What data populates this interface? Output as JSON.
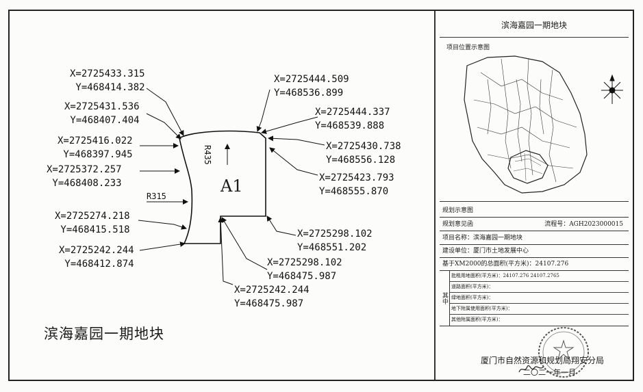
{
  "plot": {
    "title": "滨海嘉园一期地块",
    "parcel_label": "A1",
    "road_labels": {
      "top": "R435",
      "left": "R315"
    },
    "coordinates": {
      "c1": {
        "x": "X=2725433.315",
        "y": "Y=468414.382"
      },
      "c2": {
        "x": "X=2725431.536",
        "y": "Y=468407.404"
      },
      "c3": {
        "x": "X=2725416.022",
        "y": "Y=468397.945"
      },
      "c4": {
        "x": "X=2725372.257",
        "y": "Y=468408.233"
      },
      "c5": {
        "x": "X=2725274.218",
        "y": "Y=468415.518"
      },
      "c6": {
        "x": "X=2725242.244",
        "y": "Y=468412.874"
      },
      "c7": {
        "x": "X=2725444.509",
        "y": "Y=468536.899"
      },
      "c8": {
        "x": "X=2725444.337",
        "y": "Y=468539.888"
      },
      "c9": {
        "x": "X=2725430.738",
        "y": "Y=468556.128"
      },
      "c10": {
        "x": "X=2725423.793",
        "y": "Y=468555.870"
      },
      "c11": {
        "x": "X=2725298.102",
        "y": "Y=468551.202"
      },
      "c12": {
        "x": "X=2725298.102",
        "y": "Y=468475.987"
      },
      "c13": {
        "x": "X=2725242.244",
        "y": "Y=468475.987"
      }
    }
  },
  "panel": {
    "title": "滨海嘉园一期地块",
    "map_caption": "项目位置示意图",
    "rows": {
      "plot_diagram": "规划示意图",
      "opinion_label": "规划意见函",
      "flow_number": "流程号：AGH2023000015",
      "project_name": "项目名称：滨海嘉园一期地块",
      "builder": "建设单位：厦门市土地发展中心",
      "total_area": "基于XM2000的总面积(平方米)：24107.276"
    },
    "sub_label": "其中",
    "sub_rows": {
      "r1": "批租用地面积(平方米)：24107.276 24107.2765",
      "r2": "道路面积(平方米)：",
      "r3": "绿地面积(平方米)：",
      "r4": "地下附属使用面积(平方米)：",
      "r5": "其他附属面积(平方米)："
    },
    "authority": "厦门市自然资源和规划局翔安分局",
    "date": "二〇二一年一月",
    "seal_text": "厦门市自然资源和规划局"
  },
  "colors": {
    "ink": "#1b1b1b",
    "seal": "#555555",
    "paper": "#fbfbf9"
  }
}
